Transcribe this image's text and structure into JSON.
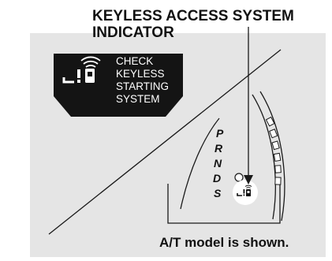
{
  "callout": {
    "line1": "KEYLESS ACCESS SYSTEM",
    "line2": "INDICATOR"
  },
  "message_display": {
    "icon": "keyless-warning-icon",
    "lines": [
      "CHECK",
      "KEYLESS",
      "STARTING",
      "SYSTEM"
    ]
  },
  "gauge": {
    "gear_letters": [
      "P",
      "R",
      "N",
      "D",
      "S"
    ],
    "indicator_icon": "keyless-warning-icon"
  },
  "caption": "A/T model is shown.",
  "colors": {
    "panel_background": "#e5e5e5",
    "display_background": "#141414",
    "indicator_highlight": "#ffffff",
    "line_color": "#1a1a1a"
  }
}
